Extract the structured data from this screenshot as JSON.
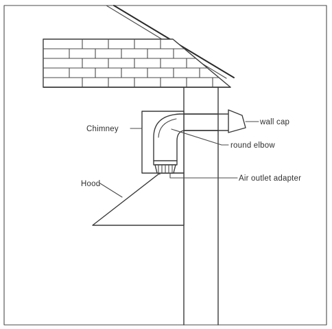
{
  "diagram": {
    "labels": {
      "chimney": "Chimney",
      "wall_cap": "wall cap",
      "round_elbow": "round elbow",
      "air_outlet_adapter": "Air outlet adapter",
      "hood": "Hood"
    }
  },
  "colors": {
    "ink": "#3a3a3a",
    "background": "#ffffff"
  }
}
